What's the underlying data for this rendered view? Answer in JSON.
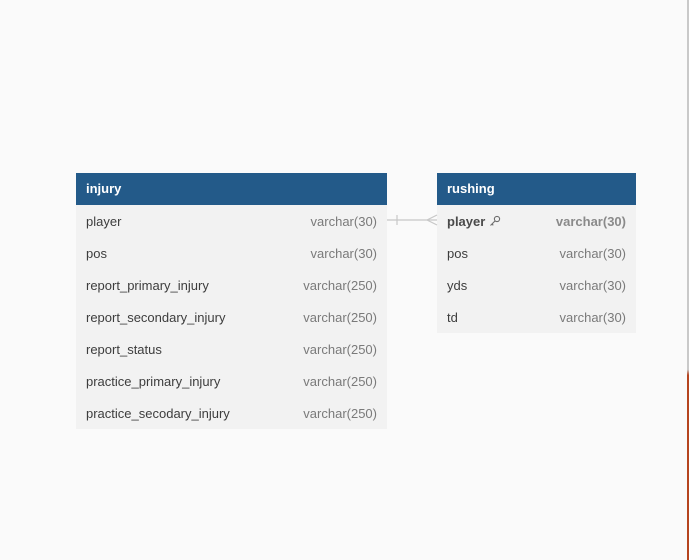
{
  "tables": [
    {
      "name": "injury",
      "columns": [
        {
          "name": "player",
          "type": "varchar(30)"
        },
        {
          "name": "pos",
          "type": "varchar(30)"
        },
        {
          "name": "report_primary_injury",
          "type": "varchar(250)"
        },
        {
          "name": "report_secondary_injury",
          "type": "varchar(250)"
        },
        {
          "name": "report_status",
          "type": "varchar(250)"
        },
        {
          "name": "practice_primary_injury",
          "type": "varchar(250)"
        },
        {
          "name": "practice_secodary_injury",
          "type": "varchar(250)"
        }
      ]
    },
    {
      "name": "rushing",
      "columns": [
        {
          "name": "player",
          "type": "varchar(30)",
          "primary_key": true,
          "icon": "key-icon"
        },
        {
          "name": "pos",
          "type": "varchar(30)"
        },
        {
          "name": "yds",
          "type": "varchar(30)"
        },
        {
          "name": "td",
          "type": "varchar(30)"
        }
      ]
    }
  ],
  "relationship": {
    "from": "injury.player",
    "to": "rushing.player",
    "from_cardinality": "one",
    "to_cardinality": "many"
  },
  "colors": {
    "header": "#235a89",
    "body": "#f2f2f2",
    "background": "#fafafa",
    "connector": "#c8c8c8"
  }
}
